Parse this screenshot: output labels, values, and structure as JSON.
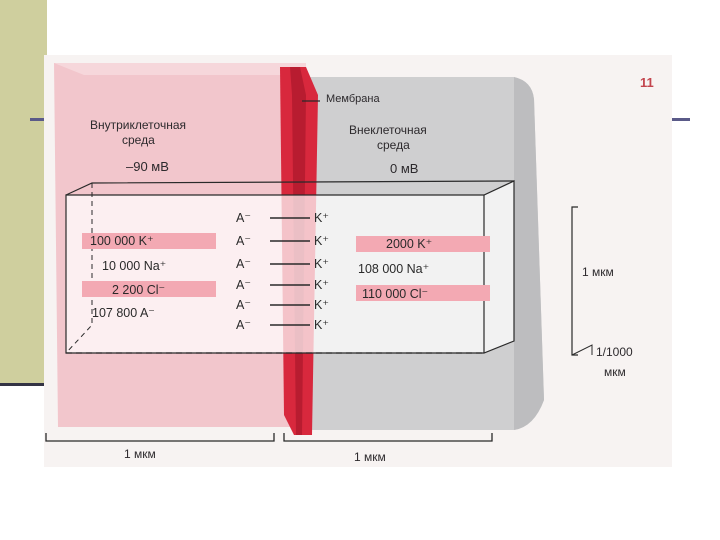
{
  "page_number": "11",
  "membrane_label": "Мембрана",
  "intracellular": {
    "title_line1": "Внутриклеточная",
    "title_line2": "среда",
    "potential": "–90 мВ"
  },
  "extracellular": {
    "title_line1": "Внеклеточная",
    "title_line2": "среда",
    "potential": "0 мВ"
  },
  "inside_ions": [
    "100 000 K⁺",
    "10 000 Na⁺",
    "2 200 Cl⁻",
    "107 800 A⁻"
  ],
  "outside_ions": [
    "2000 K⁺",
    "108 000 Na⁺",
    "110 000 Cl⁻"
  ],
  "membrane_anion": "A⁻",
  "membrane_cation": "K⁺",
  "scale": {
    "right_top": "1 мкм",
    "right_bottom_1": "1/1000",
    "right_bottom_2": "мкм",
    "bottom_left": "1 мкм",
    "bottom_right": "1 мкм"
  },
  "colors": {
    "intracellular": "#f2c6cc",
    "membrane": "#d8283d",
    "extracellular": "#cfcfd0",
    "highlight": "#f3a9b3"
  }
}
